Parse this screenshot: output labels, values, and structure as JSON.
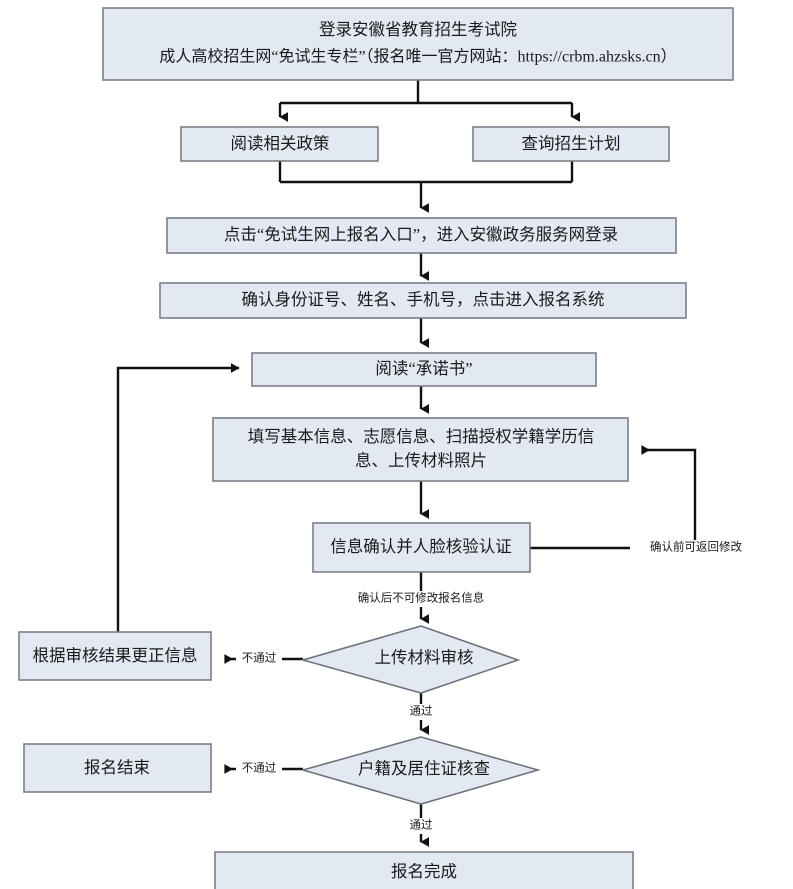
{
  "diagram": {
    "title_line1": "登录安徽省教育招生考试院",
    "title_line2": "成人高校招生网“免试生专栏”（报名唯一官方网站：https://crbm.ahzsks.cn）",
    "nodes": {
      "start_portal_line1": "登录安徽省教育招生考试院",
      "start_portal_line2": "成人高校招生网“免试生专栏”（报名唯一官方网站：https://crbm.ahzsks.cn）",
      "read_policy": "阅读相关政策",
      "query_plan": "查询招生计划",
      "click_entry": "点击“免试生网上报名入口”，进入安徽政务服务网登录",
      "confirm_identity": "确认身份证号、姓名、手机号，点击进入报名系统",
      "read_commitment": "阅读“承诺书”",
      "fill_info_line1": "填写基本信息、志愿信息、扫描授权学籍学历信",
      "fill_info_line2": "息、上传材料照片",
      "confirm_face": "信息确认并人脸核验认证",
      "correct_info": "根据审核结果更正信息",
      "registration_end": "报名结束",
      "registration_done": "报名完成"
    },
    "decisions": {
      "material_review": "上传材料审核",
      "household_check": "户籍及居住证核查"
    },
    "edge_labels": {
      "can_return_before_confirm": "确认前可返回修改",
      "cannot_modify_after_confirm": "确认后不可修改报名信息",
      "fail_material": "不通过",
      "pass_material": "通过",
      "fail_household": "不通过",
      "pass_household": "通过"
    },
    "colors": {
      "node_fill": "#e3e9f3",
      "node_stroke": "#7b7f87",
      "connector": "#111111",
      "text": "#1a1a1a",
      "background": "#ffffff"
    }
  }
}
